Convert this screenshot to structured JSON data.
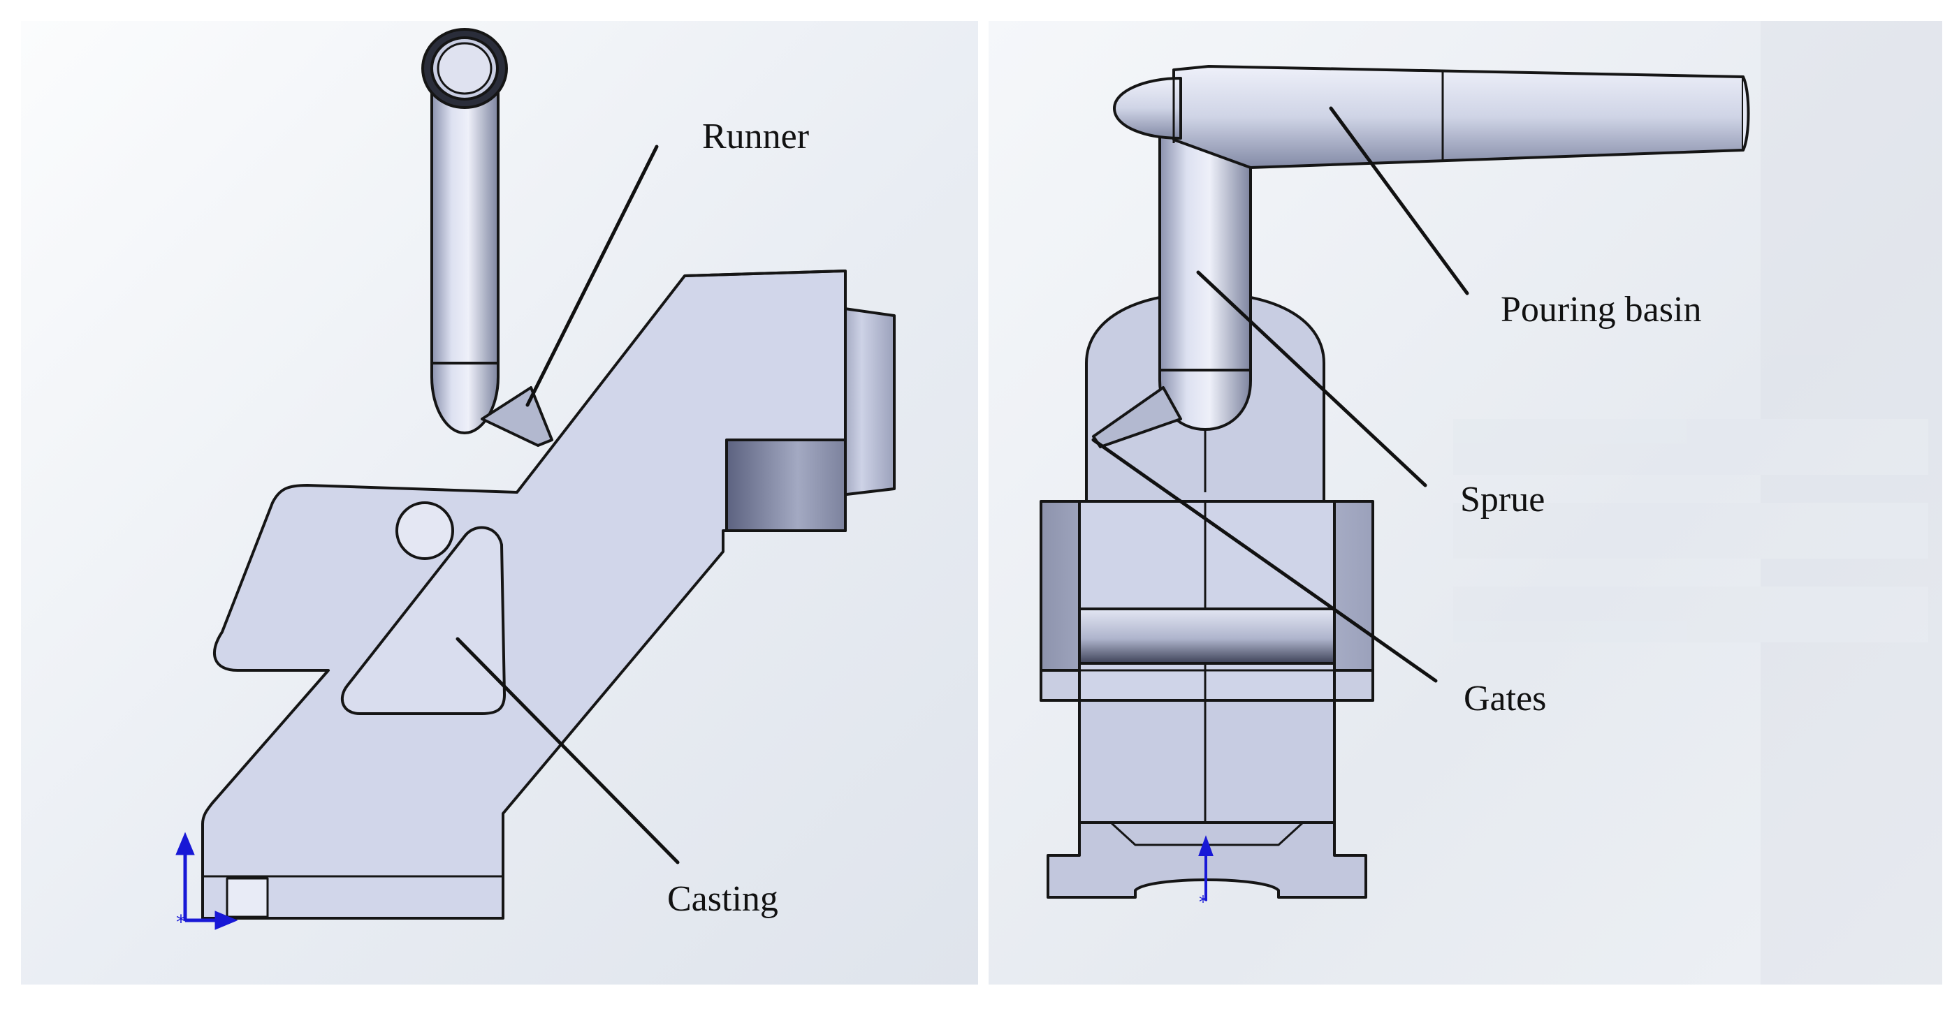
{
  "labels": {
    "runner": "Runner",
    "casting": "Casting",
    "pouring_basin": "Pouring basin",
    "sprue": "Sprue",
    "gates": "Gates"
  },
  "colors": {
    "background": "#ffffff",
    "viewport": "#e7ebf2",
    "part_fill": "#d1d6ea",
    "part_shade": "#a9b0c9",
    "part_dark": "#6b7290",
    "outline": "#151515",
    "axis": "#1818d6"
  }
}
